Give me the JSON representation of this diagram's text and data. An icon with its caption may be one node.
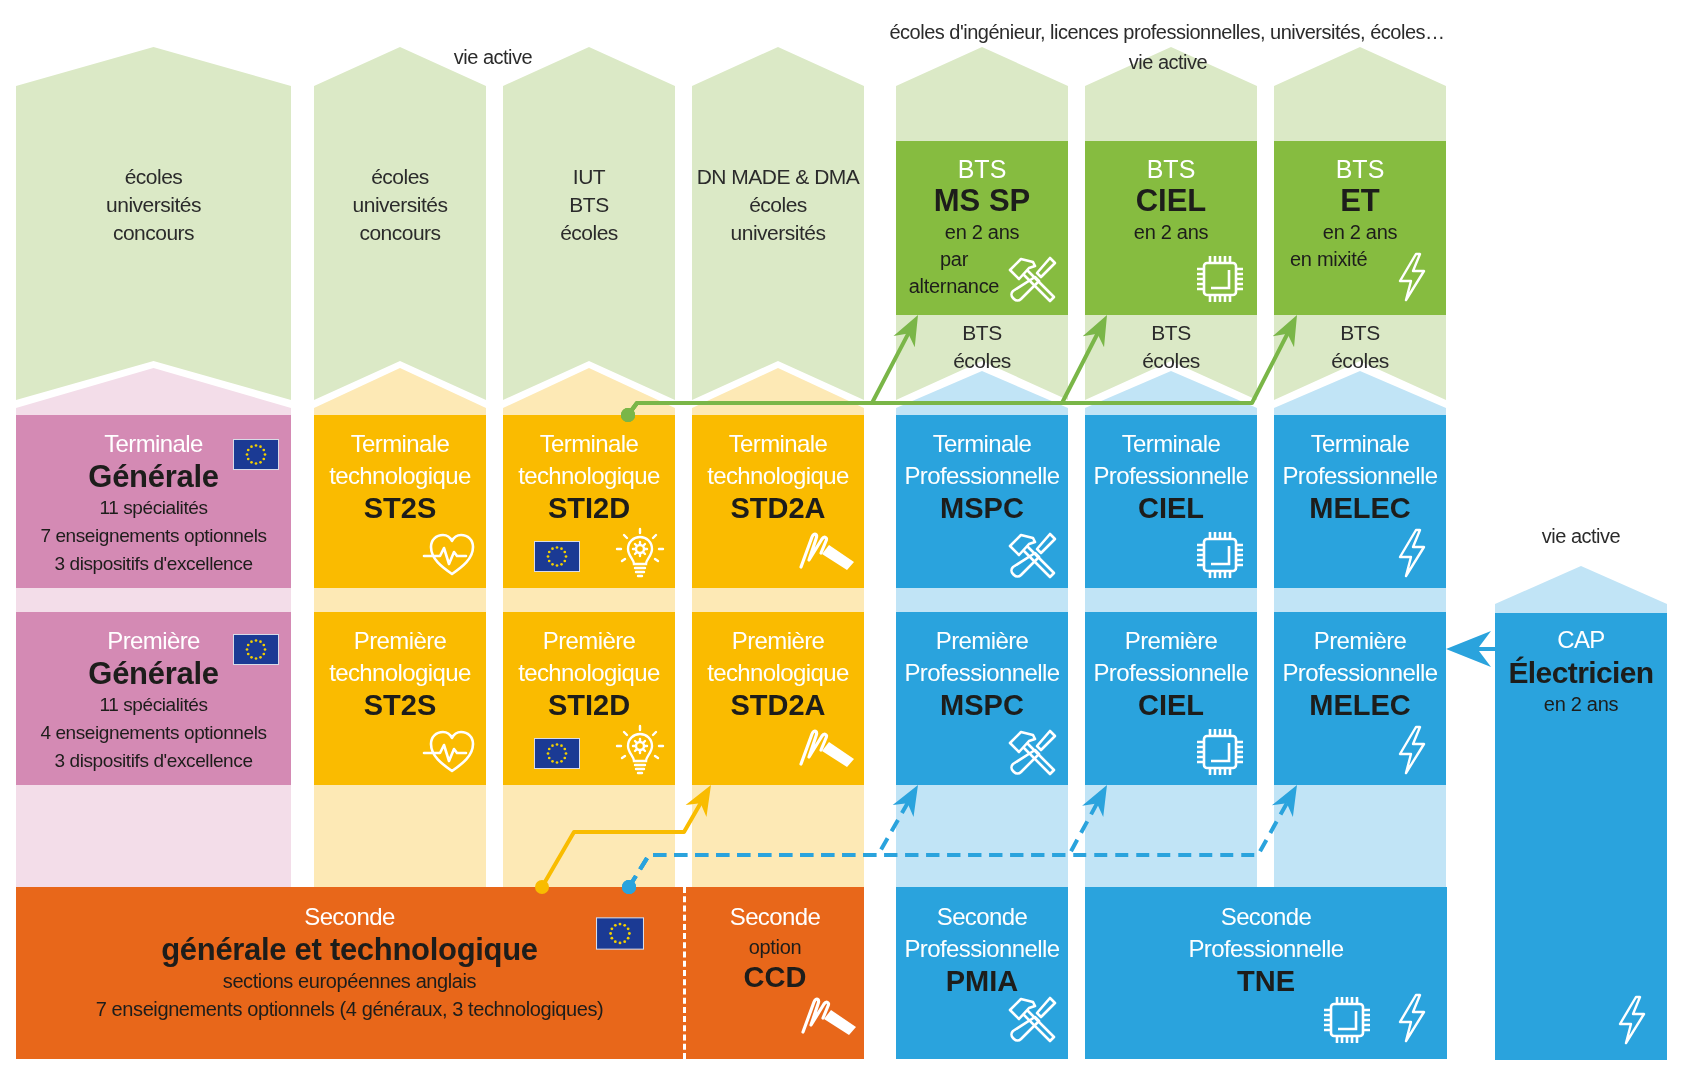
{
  "diagram": {
    "nodes": [
      {
        "text": [
          "écoles",
          "universités",
          "concours"
        ]
      },
      {
        "text": [
          "écoles",
          "universités",
          "concours"
        ]
      },
      {
        "text": [
          "IUT",
          "BTS",
          "écoles"
        ]
      },
      {
        "text": [
          "DN MADE & DMA",
          "écoles",
          "universités"
        ]
      },
      {
        "text": [
          "BTS",
          "écoles"
        ]
      },
      {
        "text": [
          "BTS",
          "MS SP",
          "en 2 ans",
          "par alternance"
        ],
        "in": 4
      },
      {
        "text": [
          "BTS",
          "écoles"
        ]
      },
      {
        "text": [
          "BTS",
          "CIEL",
          "en 2 ans"
        ],
        "in": 6
      },
      {
        "text": [
          "BTS",
          "écoles"
        ]
      },
      {
        "text": [
          "BTS",
          "ET",
          "en 2 ans",
          "en mixité"
        ],
        "in": 8
      },
      {
        "text": [
          "Terminale",
          "Générale",
          "11 spécialités",
          "7 enseignements optionnels",
          "3 dispositifs d'excellence"
        ]
      },
      {
        "text": [
          "Terminale technologique",
          "ST2S"
        ]
      },
      {
        "text": [
          "Terminale technologique",
          "STI2D"
        ]
      },
      {
        "text": [
          "Terminale technologique",
          "STD2A"
        ]
      },
      {
        "text": [
          "Terminale Professionnelle",
          "MSPC"
        ]
      },
      {
        "text": [
          "Terminale Professionnelle",
          "CIEL"
        ]
      },
      {
        "text": [
          "Terminale Professionnelle",
          "MELEC"
        ]
      },
      {
        "text": [
          "Première",
          "Générale",
          "11 spécialités",
          "4 enseignements optionnels",
          "3 dispositifs d'excellence"
        ]
      },
      {
        "text": [
          "Première technologique",
          "ST2S"
        ]
      },
      {
        "text": [
          "Première technologique",
          "STI2D"
        ]
      },
      {
        "text": [
          "Première technologique",
          "STD2A"
        ]
      },
      {
        "text": [
          "Première Professionnelle",
          "MSPC"
        ]
      },
      {
        "text": [
          "Première Professionnelle",
          "CIEL"
        ]
      },
      {
        "text": [
          "Première Professionnelle",
          "MELEC"
        ]
      },
      {
        "text": [
          "CAP",
          "Électricien",
          "en 2 ans"
        ]
      },
      {
        "text": [
          "Seconde",
          "générale et technologique",
          "sections européennes anglais",
          "7 enseignements optionnels (4 généraux, 3 technologiques)"
        ]
      },
      {
        "text": [
          "Seconde",
          "option",
          "CCD"
        ]
      },
      {
        "text": [
          "Seconde Professionnelle",
          "PMIA"
        ]
      },
      {
        "text": [
          "Seconde Professionnelle",
          "TNE"
        ]
      }
    ],
    "edges": [
      {
        "from": 12,
        "to": 5,
        "arrow": "to",
        "color": "#7ab648"
      },
      {
        "from": 12,
        "to": 7,
        "arrow": "to",
        "color": "#7ab648"
      },
      {
        "from": 12,
        "to": 9,
        "arrow": "to",
        "color": "#7ab648"
      },
      {
        "from": 25,
        "to": 20,
        "arrow": "to",
        "color": "#f9bc00"
      },
      {
        "from": 25,
        "to": 21,
        "arrow": "to",
        "style": "dashed",
        "color": "#2aa3dd"
      },
      {
        "from": 25,
        "to": 22,
        "arrow": "to",
        "style": "dashed",
        "color": "#2aa3dd"
      },
      {
        "from": 25,
        "to": 23,
        "arrow": "to",
        "style": "dashed",
        "color": "#2aa3dd"
      },
      {
        "from": 24,
        "to": 23,
        "arrow": "to",
        "color": "#2aa3dd"
      }
    ],
    "labels": [
      "écoles d'ingénieur, licences professionnelles, universités, écoles…",
      "vie active",
      "vie active",
      "vie active"
    ]
  }
}
